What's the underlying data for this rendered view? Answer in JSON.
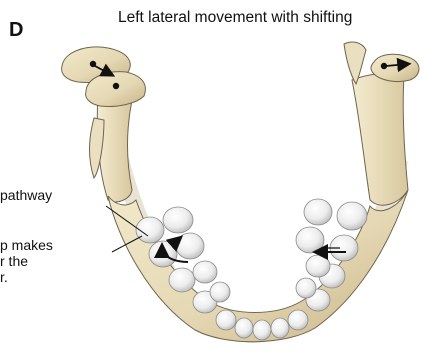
{
  "figure": {
    "panel_letter": "D",
    "title": "Left lateral movement with shifting",
    "labels": {
      "pathway": "pathway",
      "line1": "p makes",
      "line2": "r the",
      "line3": "r."
    },
    "colors": {
      "bone": "#e5d8b4",
      "bone_light": "#f2eacb",
      "bone_dark": "#c8b487",
      "tooth": "#f3f3f3",
      "tooth_shadow": "#b9b9b9",
      "outline": "#6f6450",
      "arrow": "#111111"
    }
  }
}
